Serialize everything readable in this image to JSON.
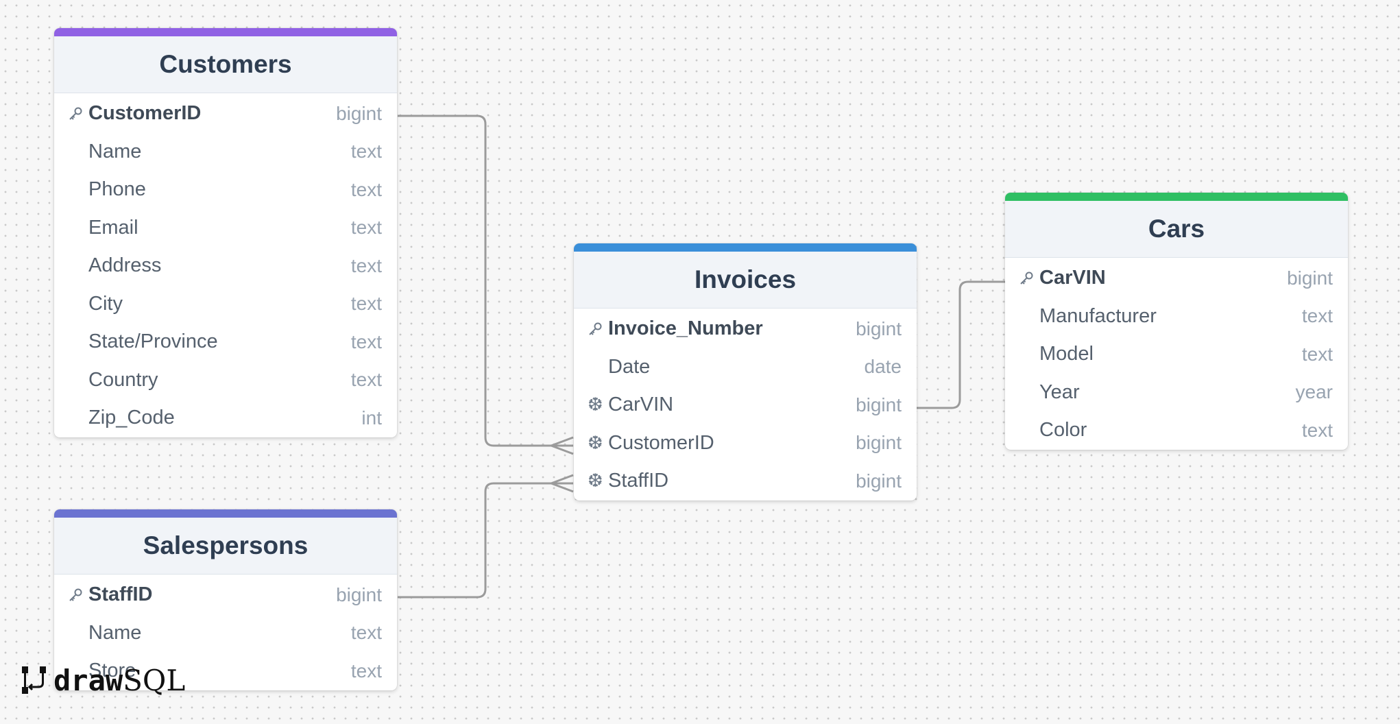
{
  "colors": {
    "customers": "#9061e4",
    "invoices": "#3a8fd9",
    "cars": "#2fbf63",
    "salespersons": "#6b73d1",
    "link": "#9b9b9b"
  },
  "tables": {
    "customers": {
      "title": "Customers",
      "columns": [
        {
          "name": "CustomerID",
          "type": "bigint",
          "icon": "key-icon"
        },
        {
          "name": "Name",
          "type": "text",
          "icon": ""
        },
        {
          "name": "Phone",
          "type": "text",
          "icon": ""
        },
        {
          "name": "Email",
          "type": "text",
          "icon": ""
        },
        {
          "name": "Address",
          "type": "text",
          "icon": ""
        },
        {
          "name": "City",
          "type": "text",
          "icon": ""
        },
        {
          "name": "State/Province",
          "type": "text",
          "icon": ""
        },
        {
          "name": "Country",
          "type": "text",
          "icon": ""
        },
        {
          "name": "Zip_Code",
          "type": "int",
          "icon": ""
        }
      ]
    },
    "invoices": {
      "title": "Invoices",
      "columns": [
        {
          "name": "Invoice_Number",
          "type": "bigint",
          "icon": "key-icon"
        },
        {
          "name": "Date",
          "type": "date",
          "icon": ""
        },
        {
          "name": "CarVIN",
          "type": "bigint",
          "icon": "snowflake-icon"
        },
        {
          "name": "CustomerID",
          "type": "bigint",
          "icon": "snowflake-icon"
        },
        {
          "name": "StaffID",
          "type": "bigint",
          "icon": "snowflake-icon"
        }
      ]
    },
    "cars": {
      "title": "Cars",
      "columns": [
        {
          "name": "CarVIN",
          "type": "bigint",
          "icon": "key-icon"
        },
        {
          "name": "Manufacturer",
          "type": "text",
          "icon": ""
        },
        {
          "name": "Model",
          "type": "text",
          "icon": ""
        },
        {
          "name": "Year",
          "type": "year",
          "icon": ""
        },
        {
          "name": "Color",
          "type": "text",
          "icon": ""
        }
      ]
    },
    "salespersons": {
      "title": "Salespersons",
      "columns": [
        {
          "name": "StaffID",
          "type": "bigint",
          "icon": "key-icon"
        },
        {
          "name": "Name",
          "type": "text",
          "icon": ""
        },
        {
          "name": "Store",
          "type": "text",
          "icon": ""
        }
      ]
    }
  },
  "logo": {
    "part1": "draw",
    "part2": "SQL"
  }
}
